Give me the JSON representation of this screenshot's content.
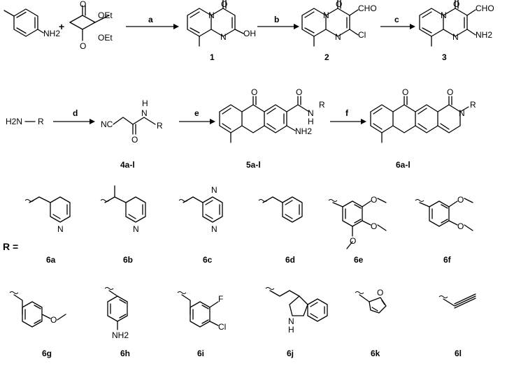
{
  "reagents": {
    "sm1": {
      "nh2": "NH2"
    },
    "sm2": {
      "o1": "O",
      "oet1": "OEt",
      "o2": "O",
      "oet2": "OEt"
    },
    "plus": "+",
    "amine": {
      "h2n": "H2N",
      "dash": "–",
      "r": "R"
    }
  },
  "steps": [
    "a",
    "b",
    "c",
    "d",
    "e",
    "f"
  ],
  "compounds": {
    "c1": {
      "label": "1",
      "o": "O",
      "n": "N",
      "n2": "N",
      "oh": "OH"
    },
    "c2": {
      "label": "2",
      "o": "O",
      "n": "N",
      "n2": "N",
      "cho": "CHO",
      "cl": "Cl"
    },
    "c3": {
      "label": "3",
      "o": "O",
      "n": "N",
      "n2": "N",
      "cho": "CHO",
      "nh2": "NH2"
    },
    "c4": {
      "label": "4a-l",
      "nc": "NC",
      "o": "O",
      "h": "H",
      "n": "N",
      "r": "R"
    },
    "c5": {
      "label": "5a-l",
      "o": "O",
      "o2": "O",
      "h": "H",
      "n": "N",
      "r": "R",
      "nh2": "NH2"
    },
    "c6": {
      "label": "6a-l",
      "o": "O",
      "o2": "O",
      "n": "N",
      "r": "R"
    }
  },
  "r_label": "R =",
  "substituents": [
    {
      "id": "6a",
      "label": "6a",
      "atoms": [
        "N"
      ]
    },
    {
      "id": "6b",
      "label": "6b",
      "atoms": [
        "N"
      ]
    },
    {
      "id": "6c",
      "label": "6c",
      "atoms": [
        "N",
        "N"
      ]
    },
    {
      "id": "6d",
      "label": "6d",
      "atoms": []
    },
    {
      "id": "6e",
      "label": "6e",
      "atoms": [
        "O",
        "O",
        "O"
      ]
    },
    {
      "id": "6f",
      "label": "6f",
      "atoms": [
        "O",
        "O"
      ]
    },
    {
      "id": "6g",
      "label": "6g",
      "atoms": [
        "O"
      ]
    },
    {
      "id": "6h",
      "label": "6h",
      "atoms": [
        "NH2"
      ]
    },
    {
      "id": "6i",
      "label": "6i",
      "atoms": [
        "F",
        "Cl"
      ]
    },
    {
      "id": "6j",
      "label": "6j",
      "atoms": [
        "N",
        "H"
      ]
    },
    {
      "id": "6k",
      "label": "6k",
      "atoms": [
        "O"
      ]
    },
    {
      "id": "6l",
      "label": "6l",
      "atoms": []
    }
  ]
}
